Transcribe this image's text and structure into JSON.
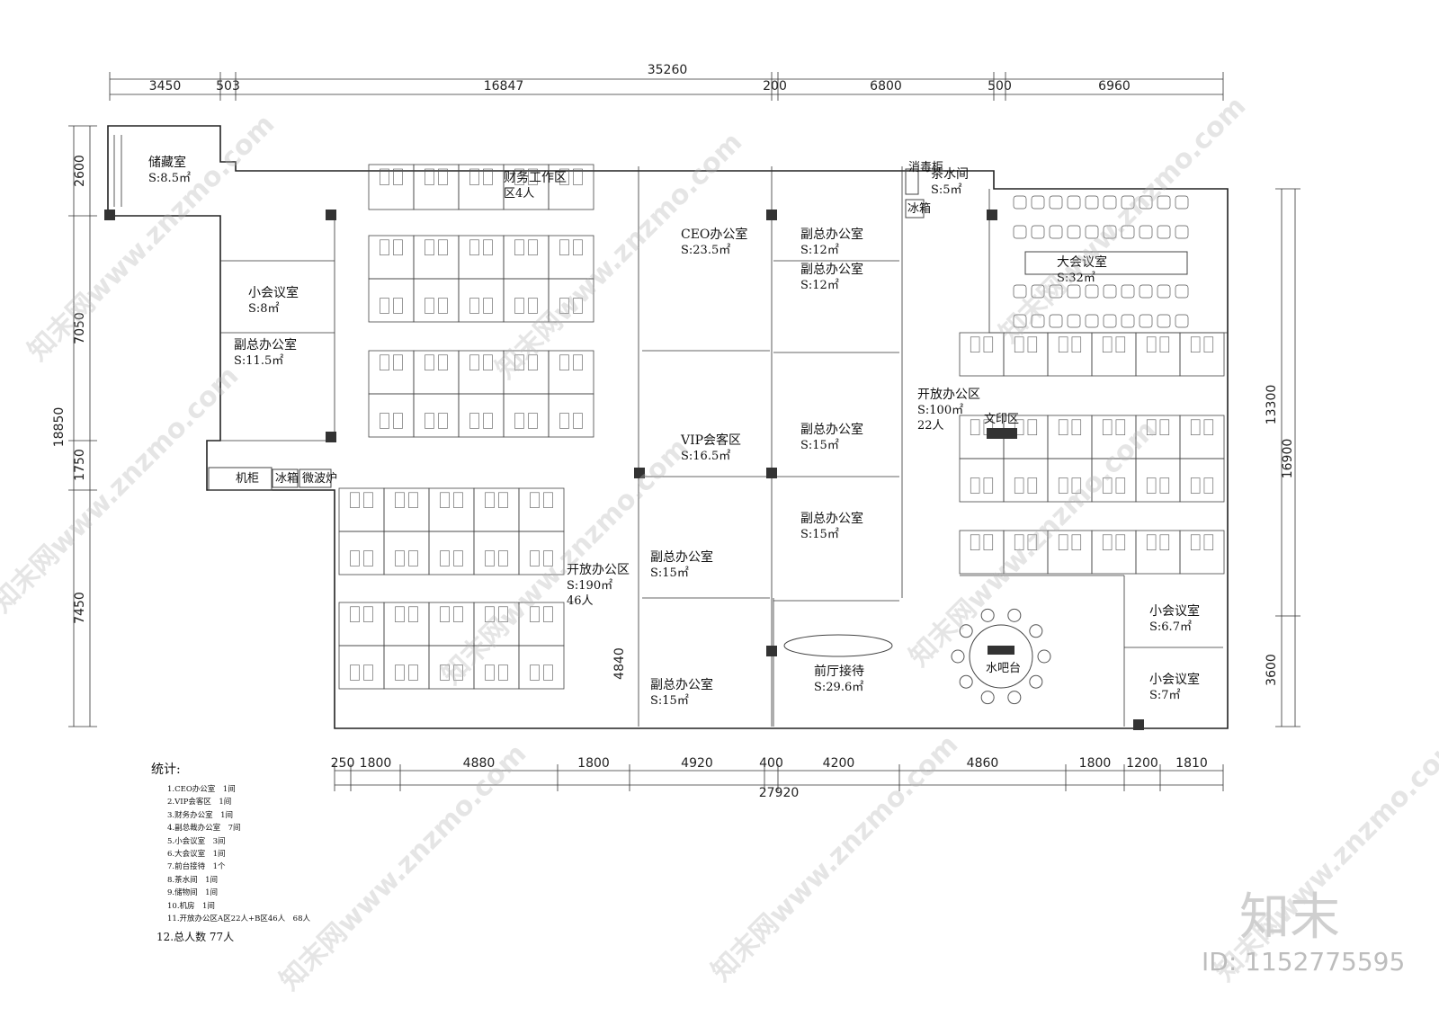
{
  "dimensions": {
    "top_overall": "35260",
    "top": [
      "3450",
      "503",
      "16847",
      "200",
      "6800",
      "500",
      "6960"
    ],
    "left": [
      "2600",
      "7050",
      "18850",
      "1750",
      "7450"
    ],
    "right": [
      "13300",
      "16900",
      "3600"
    ],
    "bottom": [
      "250",
      "1800",
      "4880",
      "1800",
      "4920",
      "400",
      "4200",
      "4860",
      "1800",
      "1200",
      "1810"
    ],
    "bottom_overall": "27920",
    "inner": "4840"
  },
  "rooms": [
    {
      "name": "储藏室",
      "area": "S:8.5㎡"
    },
    {
      "name": "财务工作区",
      "area": "区4人"
    },
    {
      "name": "小会议室",
      "area": "S:8㎡"
    },
    {
      "name": "副总办公室",
      "area": "S:11.5㎡"
    },
    {
      "name": "CEO办公室",
      "area": "S:23.5㎡"
    },
    {
      "name": "副总办公室",
      "area": "S:12㎡"
    },
    {
      "name": "副总办公室",
      "area": "S:12㎡"
    },
    {
      "name": "茶水间",
      "area": "S:5㎡"
    },
    {
      "name": "大会议室",
      "area": "S:32㎡"
    },
    {
      "name": "VIP会客区",
      "area": "S:16.5㎡"
    },
    {
      "name": "副总办公室",
      "area": "S:15㎡"
    },
    {
      "name": "副总办公室",
      "area": "S:15㎡"
    },
    {
      "name": "副总办公室",
      "area": "S:15㎡"
    },
    {
      "name": "副总办公室",
      "area": "S:15㎡"
    },
    {
      "name": "开放办公区",
      "area": "S:100㎡",
      "people": "22人"
    },
    {
      "name": "开放办公区",
      "area": "S:190㎡",
      "people": "46人"
    },
    {
      "name": "前厅接待",
      "area": "S:29.6㎡"
    },
    {
      "name": "小会议室",
      "area": "S:6.7㎡"
    },
    {
      "name": "小会议室",
      "area": "S:7㎡"
    }
  ],
  "labels": {
    "print_area": "文印区",
    "water_bar": "水吧台",
    "machine_room": "机柜",
    "fridge": "冰箱",
    "microwave": "微波炉",
    "tea_fridge": "冰箱",
    "tea_cabinet": "消毒柜"
  },
  "stats": {
    "title": "统计:",
    "items": [
      "1.CEO办公室　1间",
      "2.VIP会客区　1间",
      "3.财务办公室　1间",
      "4.副总裁办公室　7间",
      "5.小会议室　3间",
      "6.大会议室　1间",
      "7.前台接待　1个",
      "8.茶水间　1间",
      "9.储物间　1间",
      "10.机房　1间",
      "11.开放办公区A区22人+B区46人　68人"
    ],
    "total": "12.总人数 77人"
  },
  "watermark": {
    "text": "知末网www.znzmo.com",
    "logo": "知末",
    "id": "ID: 1152775595"
  }
}
